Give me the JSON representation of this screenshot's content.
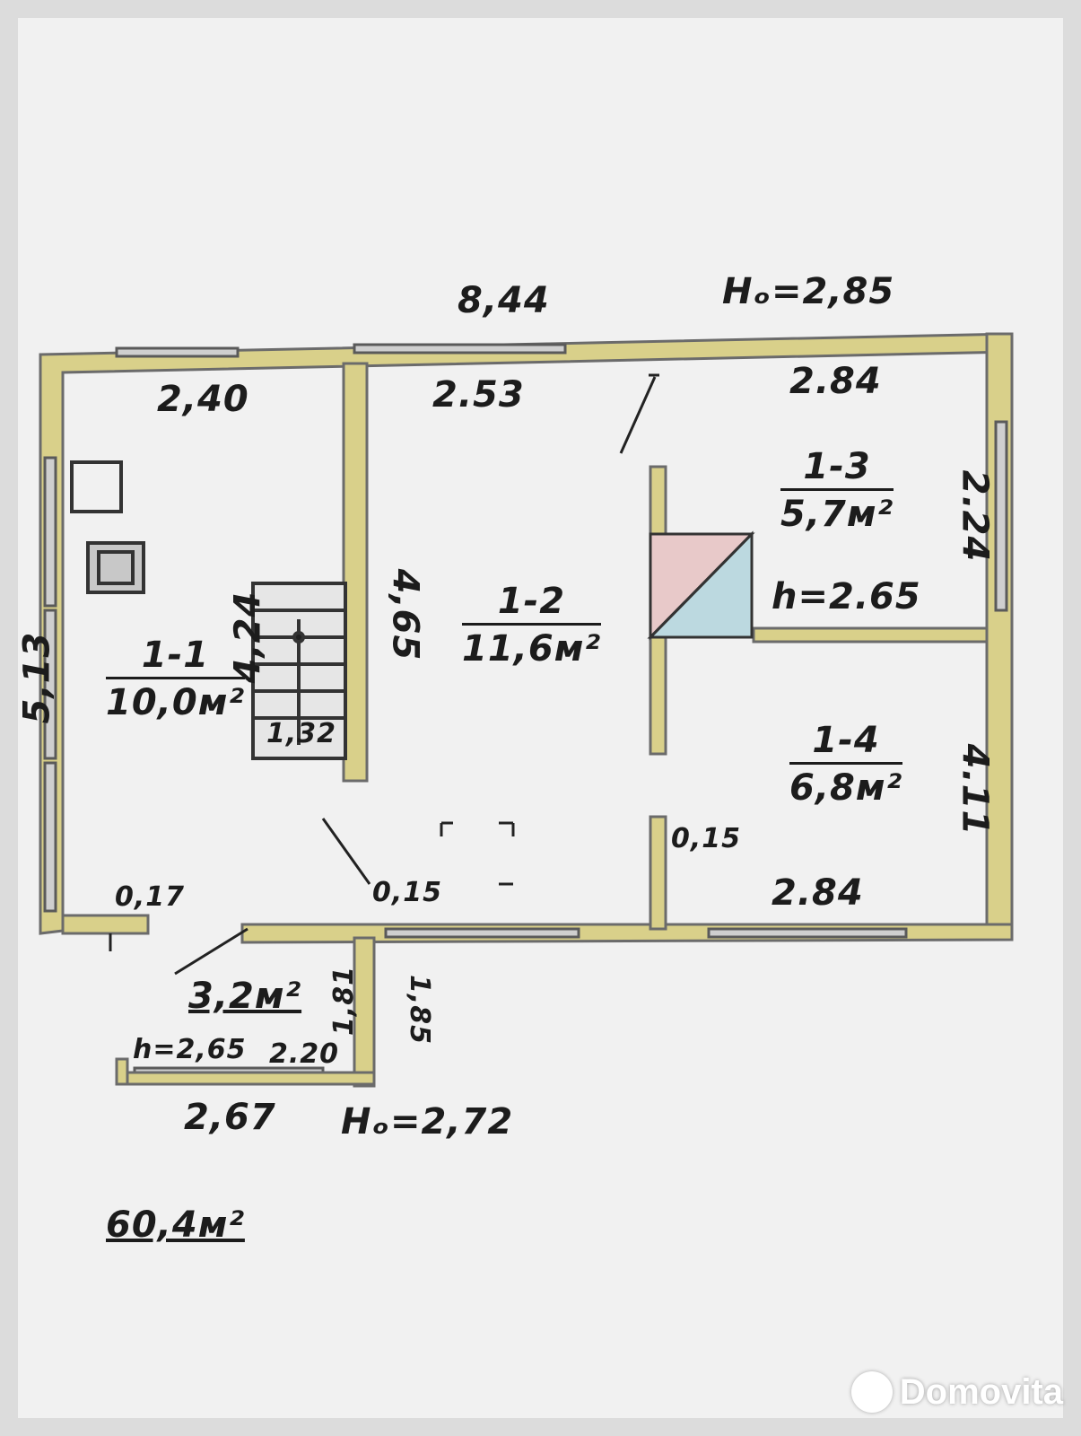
{
  "dimensions": {
    "top_overall": "8,44",
    "ceiling_height_main": "Hₒ=2,85",
    "left_overall": "5,13",
    "kitchen_width": "2,40",
    "middle_width": "2.53",
    "right_top_width": "2.84",
    "right_top_height": "2.24",
    "right_bottom_width": "2.84",
    "right_bottom_height": "4.11",
    "stair_left": "4,24",
    "stair_right": "4,65",
    "stair_bottom": "1,32",
    "stub_left": "0,17",
    "stub_middle": "0,15",
    "stub_right": "0,15",
    "inner_height": "h=2.65",
    "porch_width": "2.20",
    "porch_height_left": "1,81",
    "porch_height_right": "1,85",
    "porch_inner_height": "h=2,65",
    "porch_outer_width": "2,67",
    "porch_ceiling_height": "Hₒ=2,72"
  },
  "rooms": [
    {
      "number": "1-1",
      "area": "10,0м²"
    },
    {
      "number": "1-2",
      "area": "11,6м²"
    },
    {
      "number": "1-3",
      "area": "5,7м²"
    },
    {
      "number": "1-4",
      "area": "6,8м²"
    }
  ],
  "porch_area": "3,2м²",
  "total_area": "60,4м²",
  "watermark": "Domovita",
  "colors": {
    "wall": "#d9d08a",
    "wall_outline": "#6b6b6b",
    "stair_fill_pink": "#e8c9c9",
    "stair_fill_blue": "#bcd9e0",
    "ink": "#1c1c1c",
    "paper": "#f1f1f1",
    "background": "#dcdcdc"
  }
}
